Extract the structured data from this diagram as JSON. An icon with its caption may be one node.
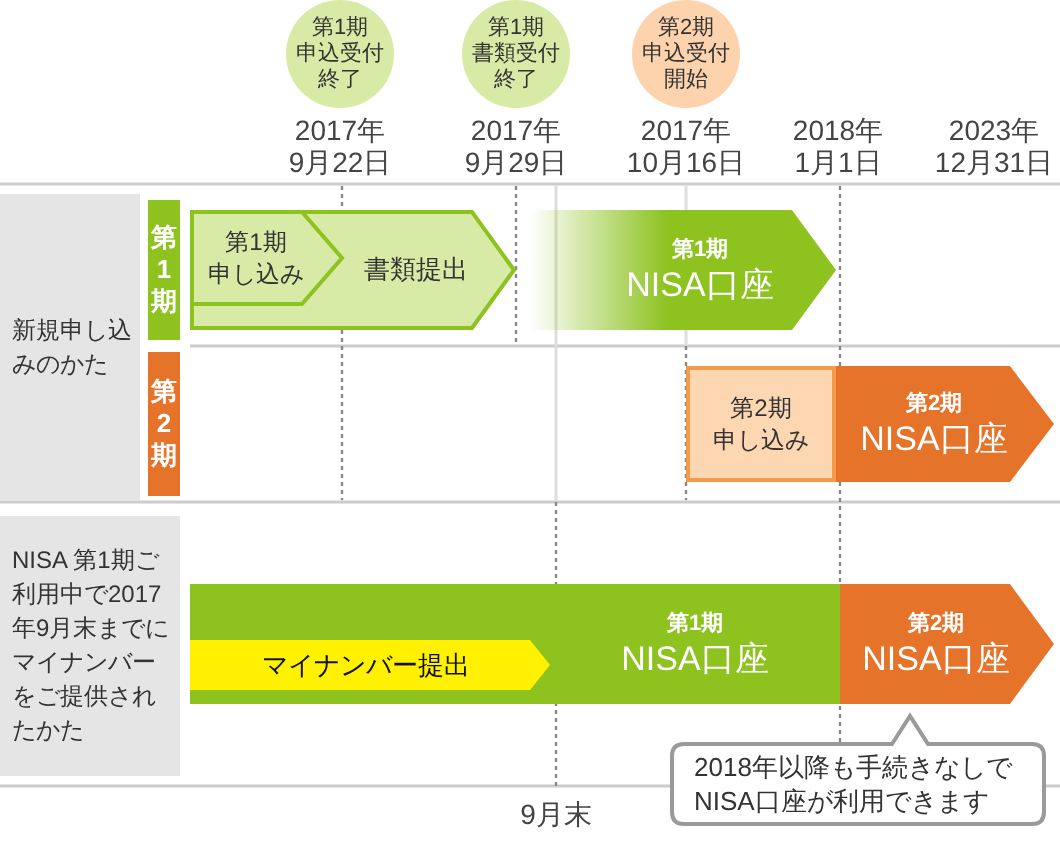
{
  "diagram": {
    "nodes": [
      {
        "text": [
          "第1期",
          "申込受付終了"
        ]
      },
      {
        "text": [
          "第1期",
          "書類受付終了"
        ]
      },
      {
        "text": [
          "第2期",
          "申込受付開始"
        ]
      },
      {
        "text": [
          "新規申し込みのかた"
        ]
      },
      {
        "text": [
          "第1期"
        ]
      },
      {
        "text": [
          "第2期"
        ]
      },
      {
        "text": [
          "書類提出"
        ]
      },
      {
        "text": [
          "第1期",
          "申し込み"
        ],
        "in": 6
      },
      {
        "text": [
          "第1期",
          "NISA口座"
        ]
      },
      {
        "text": [
          "第2期",
          "申し込み"
        ]
      },
      {
        "text": [
          "第2期",
          "NISA口座"
        ]
      },
      {
        "text": [
          "NISA 第1期ご利用中で2017年9月末までにマイナンバーをご提供されたかた"
        ]
      },
      {
        "text": [
          "第1期",
          "NISA口座"
        ]
      },
      {
        "text": [
          "マイナンバー提出"
        ],
        "in": 12
      },
      {
        "text": [
          "第2期",
          "NISA口座"
        ]
      },
      {
        "text": [
          "2018年以降も手続きなしでNISA口座が利用できます"
        ]
      }
    ],
    "labels": [
      "2017年9月22日",
      "2017年9月29日",
      "2017年10月16日",
      "2018年1月1日",
      "2023年12月31日",
      "9月末"
    ]
  }
}
